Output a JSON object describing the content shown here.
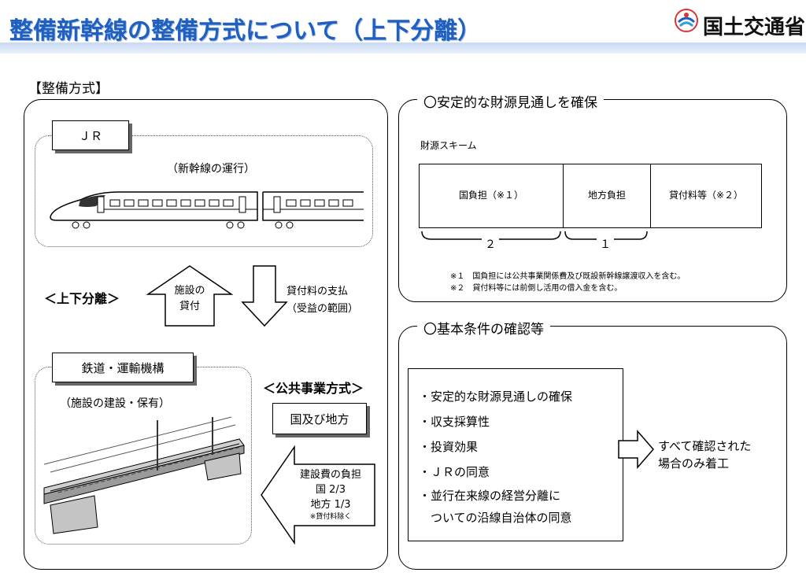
{
  "header": {
    "title": "整備新幹線の整備方式について（上下分離）",
    "logo_text": "国土交通省",
    "colors": {
      "title": "#1f5fbf",
      "band": "#c9d9f2"
    }
  },
  "left": {
    "section_label": "【整備方式】",
    "jr": {
      "label": "ＪＲ",
      "role": "（新幹線の運行）"
    },
    "separation": {
      "label": "＜上下分離＞",
      "up_arrow": [
        "施設の",
        "貸付"
      ],
      "down_text": [
        "貸付料の支払",
        "（受益の範囲）"
      ]
    },
    "rail": {
      "label": "鉄道・運輸機構",
      "role": "（施設の建設・保有）"
    },
    "public_works": {
      "label": "＜公共事業方式＞",
      "actor": "国及び地方",
      "burden_title": "建設費の負担",
      "burden_lines": [
        "国 2/3",
        "地方 1/3",
        "※貸付料除く"
      ]
    }
  },
  "right_top": {
    "heading": "〇安定的な財源見通しを確保",
    "scheme_label": "財源スキーム",
    "cells": [
      "国負担（※１）",
      "地方負担",
      "貸付料等（※２）"
    ],
    "ratio": [
      "２",
      "１"
    ],
    "notes": [
      "※１　国負担には公共事業関係費及び既設新幹線譲渡収入を含む。",
      "※２　貸付料等には前倒し活用の借入金を含む。"
    ]
  },
  "right_bottom": {
    "heading": "〇基本条件の確認等",
    "items": [
      "・安定的な財源見通しの確保",
      "・収支採算性",
      "・投資効果",
      "・ＪＲの同意",
      "・並行在来線の経営分離に",
      "　ついての沿線自治体の同意"
    ],
    "result": [
      "すべて確認された",
      "場合のみ着工"
    ]
  }
}
